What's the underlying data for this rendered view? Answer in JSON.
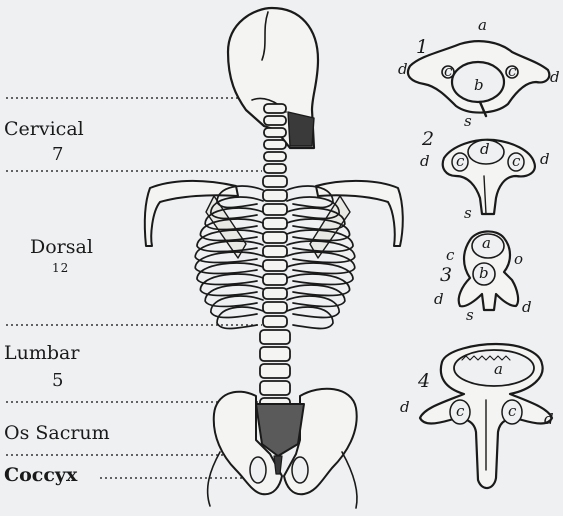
{
  "regions": [
    {
      "name": "Cervical",
      "count": "7"
    },
    {
      "name": "Dorsal",
      "count": "12"
    },
    {
      "name": "Lumbar",
      "count": "5"
    },
    {
      "name": "Os Sacrum",
      "count": ""
    },
    {
      "name": "Coccyx",
      "count": ""
    }
  ],
  "figures": [
    {
      "number": "1",
      "letters": {
        "a": "a",
        "b": "b",
        "c1": "c",
        "c2": "c",
        "d1": "d",
        "d2": "d",
        "s": "s"
      }
    },
    {
      "number": "2",
      "letters": {
        "d_top": "d",
        "c1": "c",
        "c2": "c",
        "d1": "d",
        "d2": "d",
        "s": "s"
      }
    },
    {
      "number": "3",
      "letters": {
        "a": "a",
        "b": "b",
        "c": "c",
        "o": "o",
        "d1": "d",
        "d2": "d",
        "s": "s"
      }
    },
    {
      "number": "4",
      "letters": {
        "a": "a",
        "c1": "c",
        "c2": "c",
        "d1": "d",
        "d2": "d"
      }
    }
  ],
  "colors": {
    "ink": "#1a1a1a",
    "background": "#eef0f2",
    "sacrum": "#5a5a5a"
  }
}
